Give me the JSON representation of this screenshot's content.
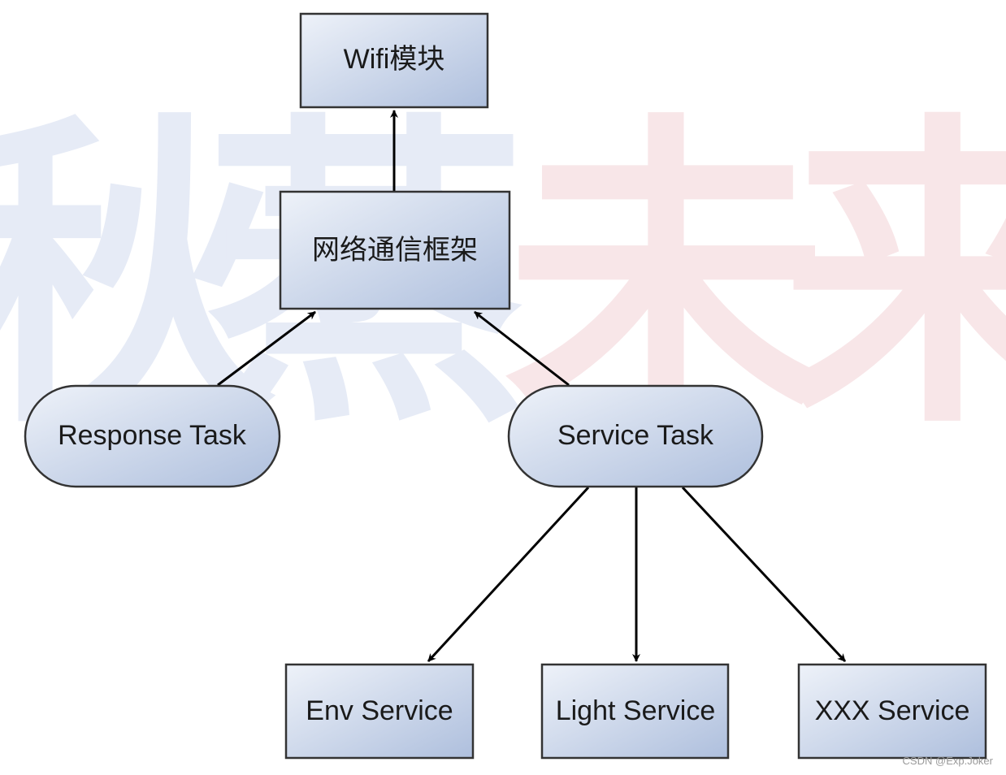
{
  "colors": {
    "node_fill_light": "#eef2f9",
    "node_fill_dark": "#aebfdd",
    "node_stroke": "#333333",
    "edge": "#000000",
    "watermark_blue": "#e6ebf6",
    "watermark_red": "#f8e6e8"
  },
  "watermark": {
    "chars": [
      "秋",
      "蒸",
      "未",
      "来"
    ]
  },
  "nodes": {
    "wifi": {
      "label": "Wifi模块",
      "shape": "rectangle"
    },
    "network": {
      "label": "网络通信框架",
      "shape": "rectangle"
    },
    "response_task": {
      "label": "Response Task",
      "shape": "pill"
    },
    "service_task": {
      "label": "Service Task",
      "shape": "pill"
    },
    "env_service": {
      "label": "Env Service",
      "shape": "rectangle"
    },
    "light_service": {
      "label": "Light Service",
      "shape": "rectangle"
    },
    "xxx_service": {
      "label": "XXX Service",
      "shape": "rectangle"
    }
  },
  "edges": [
    {
      "from": "network",
      "to": "wifi"
    },
    {
      "from": "response_task",
      "to": "network"
    },
    {
      "from": "service_task",
      "to": "network"
    },
    {
      "from": "service_task",
      "to": "env_service"
    },
    {
      "from": "service_task",
      "to": "light_service"
    },
    {
      "from": "service_task",
      "to": "xxx_service"
    }
  ],
  "credit": "CSDN @Exp.Joker"
}
